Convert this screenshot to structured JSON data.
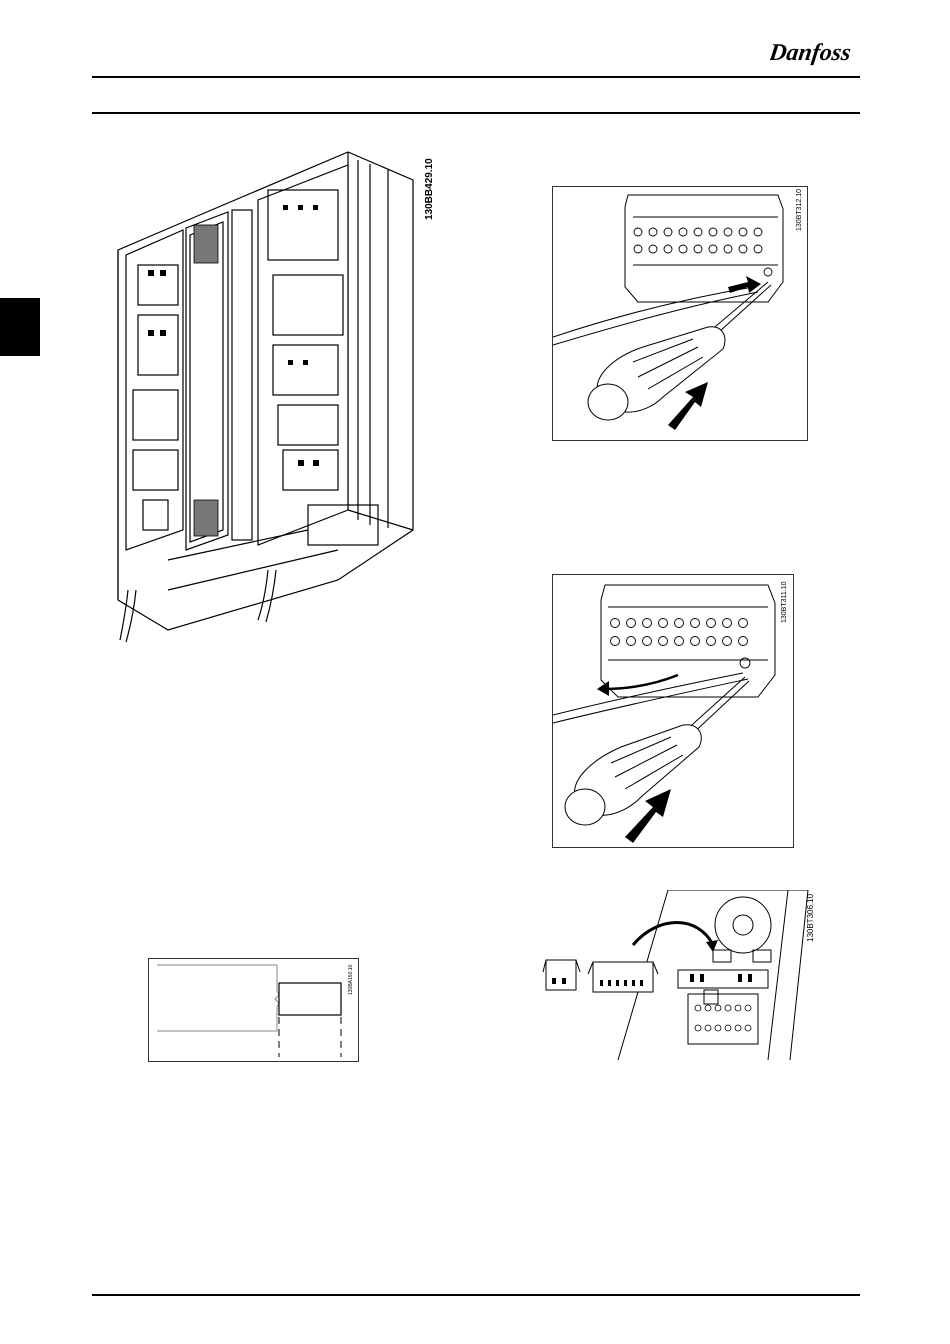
{
  "header": {
    "brand": "Danfoss",
    "brand_color": "#000000"
  },
  "side_tab": {
    "color": "#000000"
  },
  "figures": {
    "cabinet": {
      "id": "130BB429.10",
      "icon": "drive-cabinet-illustration"
    },
    "wire_insert": {
      "id": "130BT312.10",
      "icon": "screwdriver-insert-wire-illustration"
    },
    "wire_remove": {
      "id": "130BT311.10",
      "icon": "screwdriver-remove-wire-illustration"
    },
    "terminal_box": {
      "id": "130BA150.10",
      "icon": "terminal-box-diagram"
    },
    "plug_connectors": {
      "id": "130BT306.10",
      "icon": "plug-connectors-illustration"
    }
  }
}
